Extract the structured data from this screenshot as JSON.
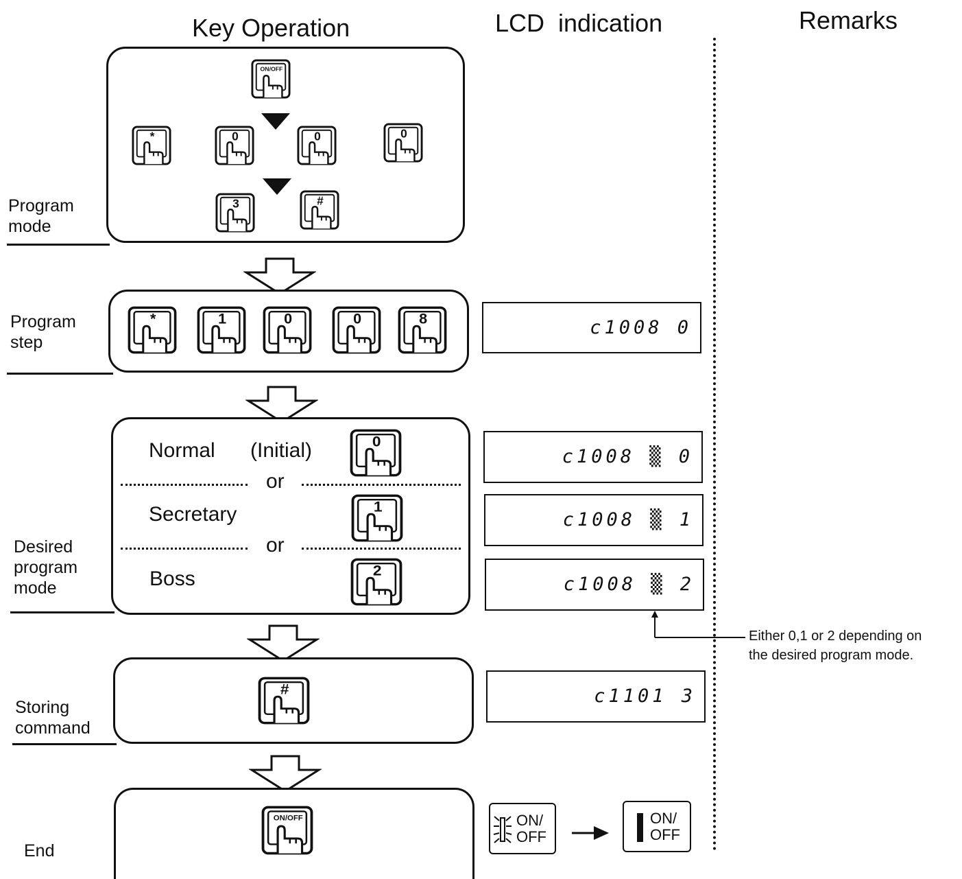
{
  "headers": {
    "key_operation": "Key Operation",
    "lcd_indication": "LCD  indication",
    "remarks": "Remarks"
  },
  "steps": {
    "program_mode": {
      "label": "Program\nmode",
      "keys": {
        "row1": "ON/OFF",
        "row2": [
          "*",
          "0",
          "0",
          "0"
        ],
        "row3": [
          "3",
          "#"
        ]
      }
    },
    "program_step": {
      "label": "Program\nstep",
      "keys": [
        "*",
        "1",
        "0",
        "0",
        "8"
      ],
      "lcd": "c1008 0"
    },
    "desired_program_mode": {
      "label": "Desired\nprogram\nmode",
      "options": [
        {
          "name": "Normal",
          "note": "(Initial)",
          "key": "0",
          "lcd": "c1008 ▒ 0"
        },
        {
          "name": "Secretary",
          "note": "",
          "key": "1",
          "lcd": "c1008 ▒ 1"
        },
        {
          "name": "Boss",
          "note": "",
          "key": "2",
          "lcd": "c1008 ▒ 2"
        }
      ],
      "separator": "or"
    },
    "storing_command": {
      "label": "Storing\ncommand",
      "key": "#",
      "lcd": "c1101 3"
    },
    "end": {
      "label": "End",
      "key": "ON/OFF",
      "indicator_before": "ON/\nOFF",
      "indicator_after": "ON/\nOFF"
    }
  },
  "remark_note": "Either 0,1 or 2 depending on\nthe desired program mode."
}
